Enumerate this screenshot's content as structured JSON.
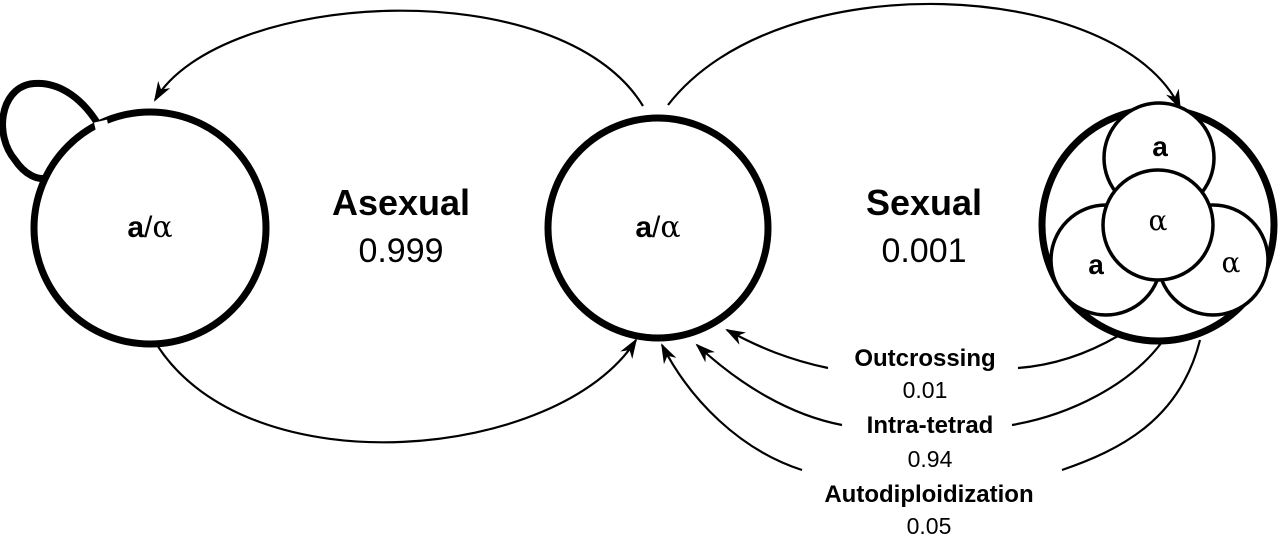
{
  "nodes": {
    "left_cell": {
      "a": "a",
      "slash": "/",
      "alpha": "α"
    },
    "center_cell": {
      "a": "a",
      "slash": "/",
      "alpha": "α"
    },
    "tetrad": {
      "top": "a",
      "center": "α",
      "bottom_left": "a",
      "bottom_right": "α"
    }
  },
  "labels": {
    "asexual": {
      "name": "Asexual",
      "value": "0.999"
    },
    "sexual": {
      "name": "Sexual",
      "value": "0.001"
    },
    "outcrossing": {
      "name": "Outcrossing",
      "value": "0.01"
    },
    "intra_tetrad": {
      "name": "Intra-tetrad",
      "value": "0.94"
    },
    "autodiploidization": {
      "name": "Autodiploidization",
      "value": "0.05"
    }
  }
}
